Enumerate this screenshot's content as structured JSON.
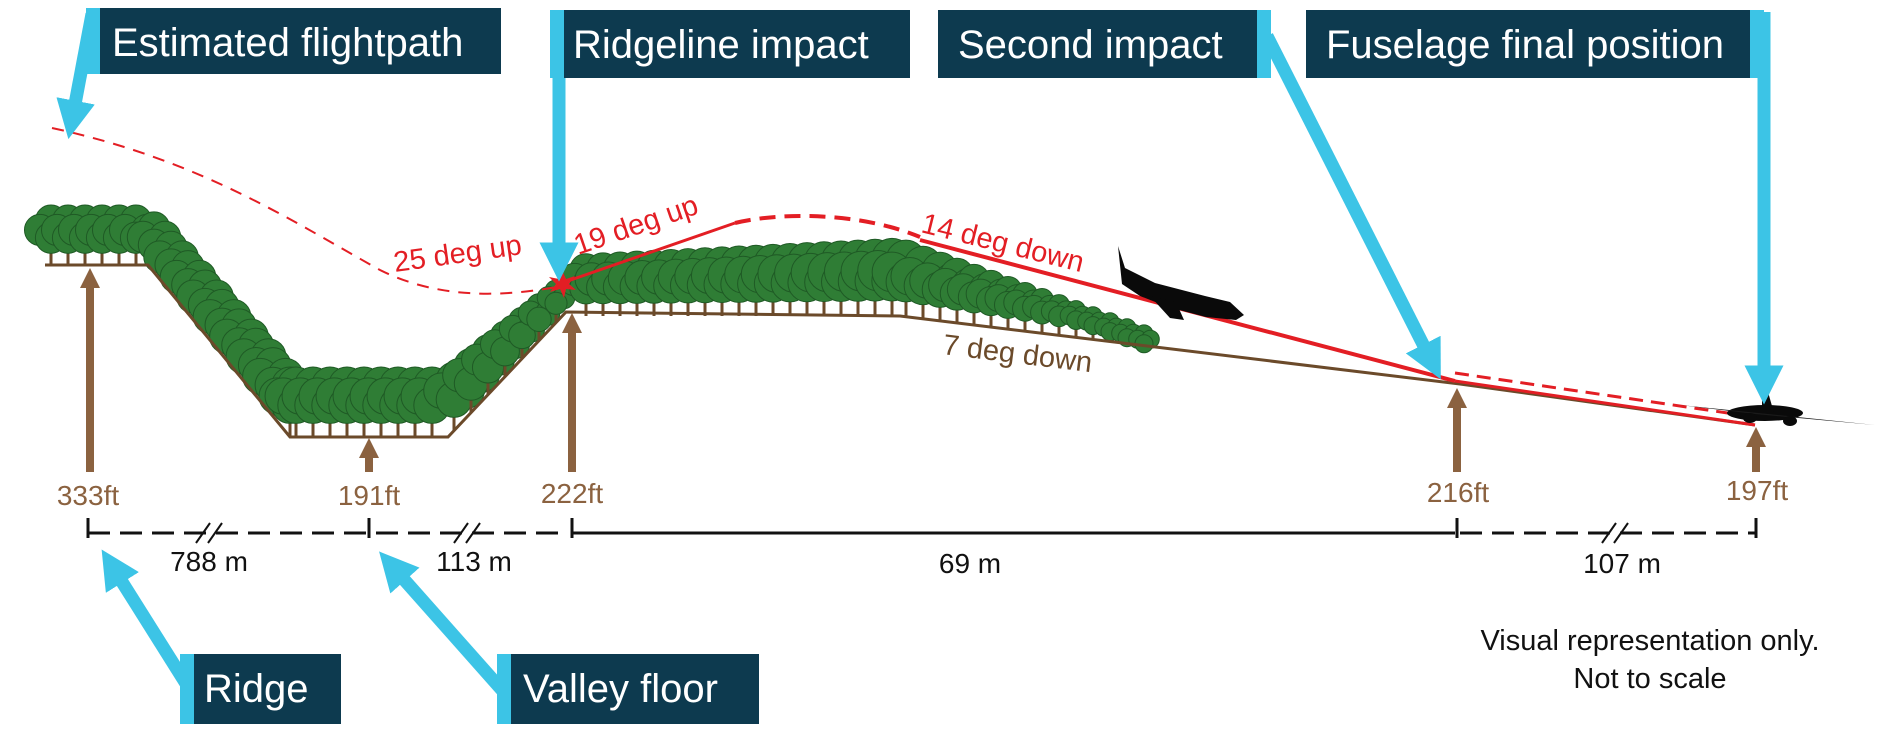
{
  "callouts": {
    "flightpath": "Estimated flightpath",
    "ridgeline_impact": "Ridgeline impact",
    "second_impact": "Second impact",
    "fuselage": "Fuselage final position",
    "ridge": "Ridge",
    "valley_floor": "Valley floor"
  },
  "angles": {
    "a25": "25 deg up",
    "a19": "19 deg up",
    "a14": "14 deg down",
    "a7": "7 deg down"
  },
  "elevations": {
    "ridge": "333ft",
    "valley": "191ft",
    "ridgeline": "222ft",
    "second": "216ft",
    "final": "197ft"
  },
  "distances": {
    "d1": "788 m",
    "d2": "113 m",
    "d3": "69 m",
    "d4": "107 m"
  },
  "note": {
    "line1": "Visual representation only.",
    "line2": "Not to scale"
  },
  "colors": {
    "callout_bg": "#0d3a4f",
    "callout_accent": "#3cc4e6",
    "flightpath_red": "#e31e24",
    "terrain_brown": "#6b4a2a",
    "elevation_brown": "#8b6240",
    "tree_green": "#2f7d35"
  }
}
